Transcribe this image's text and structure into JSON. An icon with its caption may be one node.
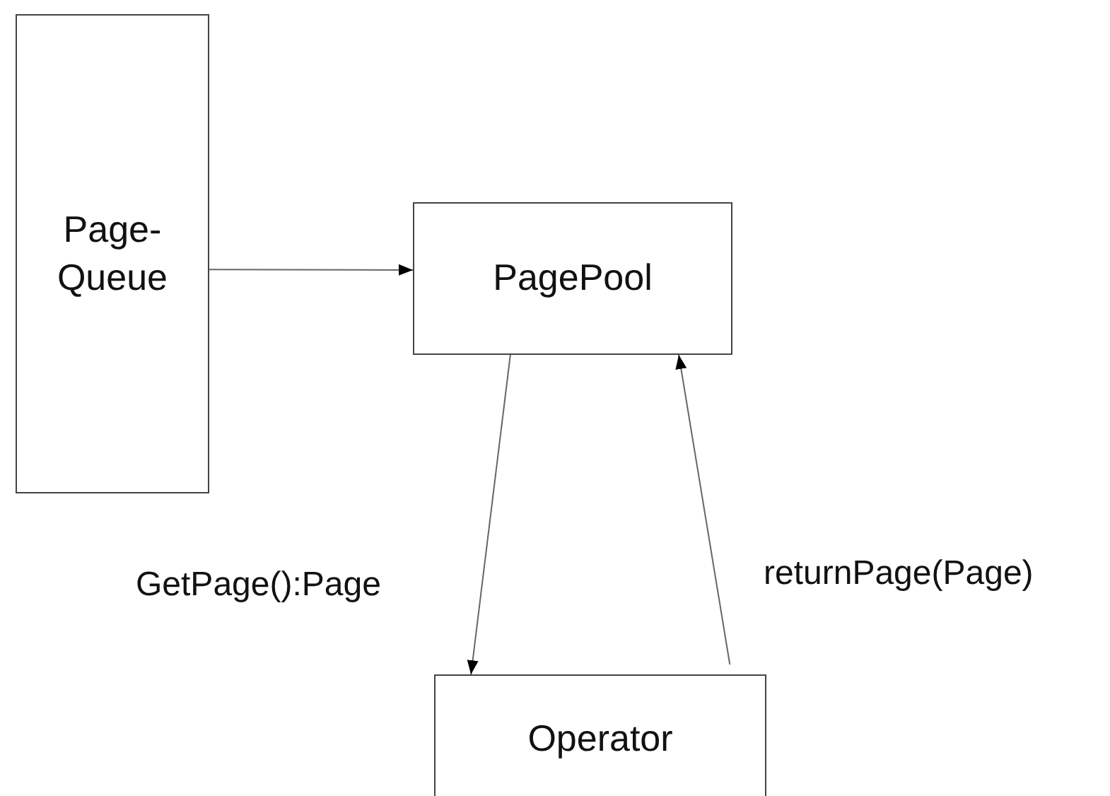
{
  "diagram": {
    "nodes": [
      {
        "text": [
          "Page- Queue"
        ]
      },
      {
        "text": [
          "PagePool"
        ]
      },
      {
        "text": [
          "Operator"
        ]
      }
    ],
    "edges": [
      {
        "from": 0,
        "to": 1,
        "arrow": "to"
      },
      {
        "from": 1,
        "to": 2,
        "arrow": "to",
        "label": "GetPage():Page"
      },
      {
        "from": 2,
        "to": 1,
        "arrow": "to",
        "label": "returnPage(Page)"
      }
    ]
  }
}
